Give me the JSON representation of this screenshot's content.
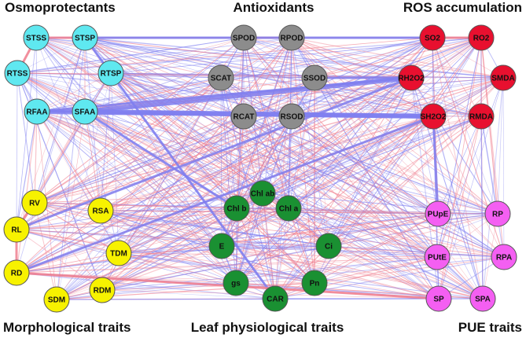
{
  "groups": [
    {
      "key": "osmo",
      "title": "Osmoprotectants",
      "color": "#5FE8F0"
    },
    {
      "key": "anti",
      "title": "Antioxidants",
      "color": "#8C8C8C"
    },
    {
      "key": "ros",
      "title": "ROS accumulation",
      "color": "#E8102F"
    },
    {
      "key": "morph",
      "title": "Morphological traits",
      "color": "#F7F200"
    },
    {
      "key": "leaf",
      "title": "Leaf physiological traits",
      "color": "#1A9032"
    },
    {
      "key": "pue",
      "title": "PUE traits",
      "color": "#F45FF2"
    }
  ],
  "nodes": [
    {
      "id": "STSS",
      "label": "STSS",
      "group": "osmo"
    },
    {
      "id": "STSP",
      "label": "STSP",
      "group": "osmo"
    },
    {
      "id": "RTSS",
      "label": "RTSS",
      "group": "osmo"
    },
    {
      "id": "RTSP",
      "label": "RTSP",
      "group": "osmo"
    },
    {
      "id": "RFAA",
      "label": "RFAA",
      "group": "osmo"
    },
    {
      "id": "SFAA",
      "label": "SFAA",
      "group": "osmo"
    },
    {
      "id": "SPOD",
      "label": "SPOD",
      "group": "anti"
    },
    {
      "id": "RPOD",
      "label": "RPOD",
      "group": "anti"
    },
    {
      "id": "SCAT",
      "label": "SCAT",
      "group": "anti"
    },
    {
      "id": "SSOD",
      "label": "SSOD",
      "group": "anti"
    },
    {
      "id": "RCAT",
      "label": "RCAT",
      "group": "anti"
    },
    {
      "id": "RSOD",
      "label": "RSOD",
      "group": "anti"
    },
    {
      "id": "SO2",
      "label": "SO2",
      "group": "ros"
    },
    {
      "id": "RO2",
      "label": "RO2",
      "group": "ros"
    },
    {
      "id": "RH2O2",
      "label": "RH2O2",
      "group": "ros"
    },
    {
      "id": "SMDA",
      "label": "SMDA",
      "group": "ros"
    },
    {
      "id": "SH2O2",
      "label": "SH2O2",
      "group": "ros"
    },
    {
      "id": "RMDA",
      "label": "RMDA",
      "group": "ros"
    },
    {
      "id": "RV",
      "label": "RV",
      "group": "morph"
    },
    {
      "id": "RSA",
      "label": "RSA",
      "group": "morph"
    },
    {
      "id": "RL",
      "label": "RL",
      "group": "morph"
    },
    {
      "id": "TDM",
      "label": "TDM",
      "group": "morph"
    },
    {
      "id": "RD",
      "label": "RD",
      "group": "morph"
    },
    {
      "id": "SDM",
      "label": "SDM",
      "group": "morph"
    },
    {
      "id": "RDM",
      "label": "RDM",
      "group": "morph"
    },
    {
      "id": "Chlab",
      "label": "Chl ab",
      "group": "leaf"
    },
    {
      "id": "Chlb",
      "label": "Chl b",
      "group": "leaf"
    },
    {
      "id": "Chla",
      "label": "Chl a",
      "group": "leaf"
    },
    {
      "id": "E",
      "label": "E",
      "group": "leaf"
    },
    {
      "id": "Ci",
      "label": "Ci",
      "group": "leaf"
    },
    {
      "id": "gs",
      "label": "gs",
      "group": "leaf"
    },
    {
      "id": "Pn",
      "label": "Pn",
      "group": "leaf"
    },
    {
      "id": "CAR",
      "label": "CAR",
      "group": "leaf"
    },
    {
      "id": "PUpE",
      "label": "PUpE",
      "group": "pue"
    },
    {
      "id": "RP",
      "label": "RP",
      "group": "pue"
    },
    {
      "id": "PUtE",
      "label": "PUtE",
      "group": "pue"
    },
    {
      "id": "RPA",
      "label": "RPA",
      "group": "pue"
    },
    {
      "id": "SP",
      "label": "SP",
      "group": "pue"
    },
    {
      "id": "SPA",
      "label": "SPA",
      "group": "pue"
    }
  ],
  "edge_colors": {
    "positive": "#7F7FF0",
    "negative": "#F07F8F"
  },
  "strong_edges": [
    {
      "from": "SFAA",
      "to": "RH2O2",
      "sign": "positive",
      "strength": "strong"
    },
    {
      "from": "RFAA",
      "to": "SH2O2",
      "sign": "positive",
      "strength": "strong"
    },
    {
      "from": "SFAA",
      "to": "SH2O2",
      "sign": "positive",
      "strength": "strong"
    },
    {
      "from": "RFAA",
      "to": "RH2O2",
      "sign": "positive",
      "strength": "medium"
    },
    {
      "from": "STSS",
      "to": "STSP",
      "sign": "negative",
      "strength": "medium"
    },
    {
      "from": "RTSS",
      "to": "STSS",
      "sign": "negative",
      "strength": "medium"
    },
    {
      "from": "SPOD",
      "to": "RPOD",
      "sign": "negative",
      "strength": "medium"
    },
    {
      "from": "SO2",
      "to": "RO2",
      "sign": "negative",
      "strength": "medium"
    },
    {
      "from": "RL",
      "to": "RV",
      "sign": "negative",
      "strength": "medium"
    },
    {
      "from": "RD",
      "to": "RL",
      "sign": "negative",
      "strength": "medium"
    },
    {
      "from": "SFAA",
      "to": "RFAA",
      "sign": "positive",
      "strength": "medium"
    },
    {
      "from": "RTSP",
      "to": "STSP",
      "sign": "positive",
      "strength": "medium"
    },
    {
      "from": "SH2O2",
      "to": "RD",
      "sign": "positive",
      "strength": "medium"
    },
    {
      "from": "RH2O2",
      "to": "RL",
      "sign": "positive",
      "strength": "medium"
    },
    {
      "from": "Chlb",
      "to": "SFAA",
      "sign": "positive",
      "strength": "medium"
    },
    {
      "from": "CAR",
      "to": "RTSP",
      "sign": "positive",
      "strength": "medium"
    },
    {
      "from": "PUpE",
      "to": "SH2O2",
      "sign": "positive",
      "strength": "medium"
    },
    {
      "from": "RD",
      "to": "SP",
      "sign": "negative",
      "strength": "medium"
    },
    {
      "from": "SO2",
      "to": "STSP",
      "sign": "positive",
      "strength": "medium"
    },
    {
      "from": "SSOD",
      "to": "RH2O2",
      "sign": "positive",
      "strength": "medium"
    }
  ]
}
